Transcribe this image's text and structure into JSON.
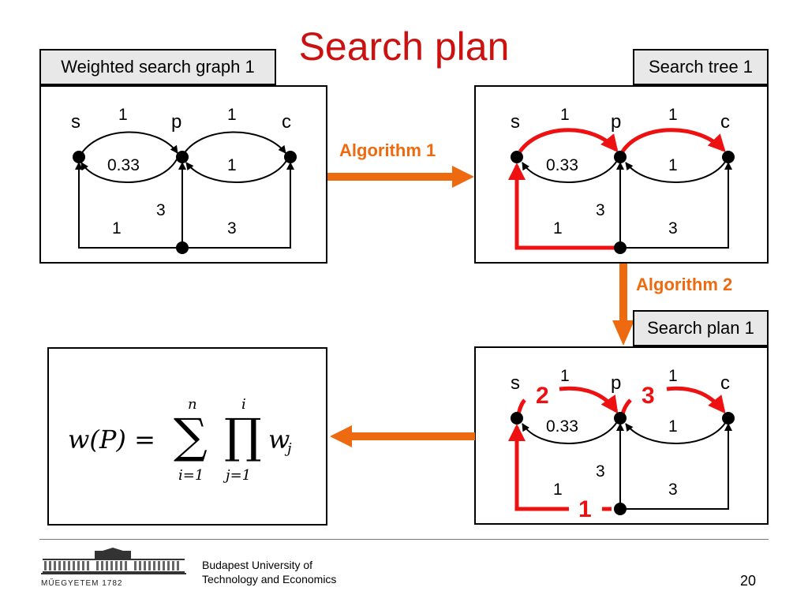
{
  "slide": {
    "title": "Search plan",
    "page_number": "20"
  },
  "labels": {
    "weighted_graph": "Weighted search graph 1",
    "search_tree": "Search tree 1",
    "search_plan": "Search plan 1"
  },
  "algorithms": {
    "algo1": "Algorithm 1",
    "algo2": "Algorithm 2"
  },
  "graph": {
    "nodes": {
      "s": "s",
      "p": "p",
      "c": "c"
    },
    "edges": {
      "s_p_top": "1",
      "p_c_top": "1",
      "p_s_inner": "0.33",
      "c_p_inner": "1",
      "to_p_vertical": "3",
      "to_s_bottom": "1",
      "to_c_bottom": "3"
    }
  },
  "plan_order": {
    "first": "1",
    "second": "2",
    "third": "3"
  },
  "formula": {
    "lhs": "w(P) =",
    "sum_top": "n",
    "sum_bottom": "i=1",
    "prod_top": "i",
    "prod_bottom": "j=1",
    "term": "w",
    "term_sub": "j"
  },
  "footer": {
    "university_line1": "Budapest University of",
    "university_line2": "Technology and Economics",
    "logo_text": "MŰEGYETEM 1782"
  },
  "colors": {
    "title": "#cc1111",
    "highlight": "#ee1111",
    "arrow": "#ee6a10",
    "label_bg": "#e8e8e8"
  }
}
